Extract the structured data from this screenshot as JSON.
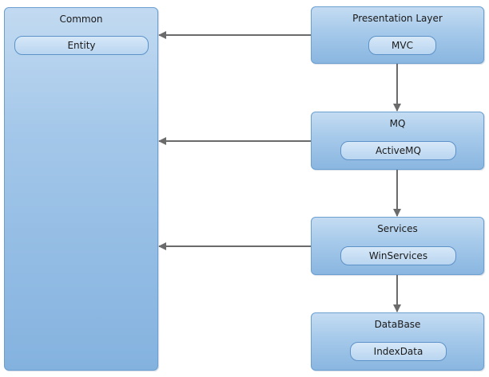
{
  "diagram": {
    "common": {
      "title": "Common",
      "item": "Entity"
    },
    "presentation": {
      "title": "Presentation Layer",
      "item": "MVC"
    },
    "mq": {
      "title": "MQ",
      "item": "ActiveMQ"
    },
    "services": {
      "title": "Services",
      "item": "WinServices"
    },
    "database": {
      "title": "DataBase",
      "item": "IndexData"
    }
  },
  "colors": {
    "box_border": "#6a9fd0",
    "box_fill_top": "#c4dcf2",
    "box_fill_bottom": "#8ab6e0",
    "arrow": "#6b6b6b"
  }
}
